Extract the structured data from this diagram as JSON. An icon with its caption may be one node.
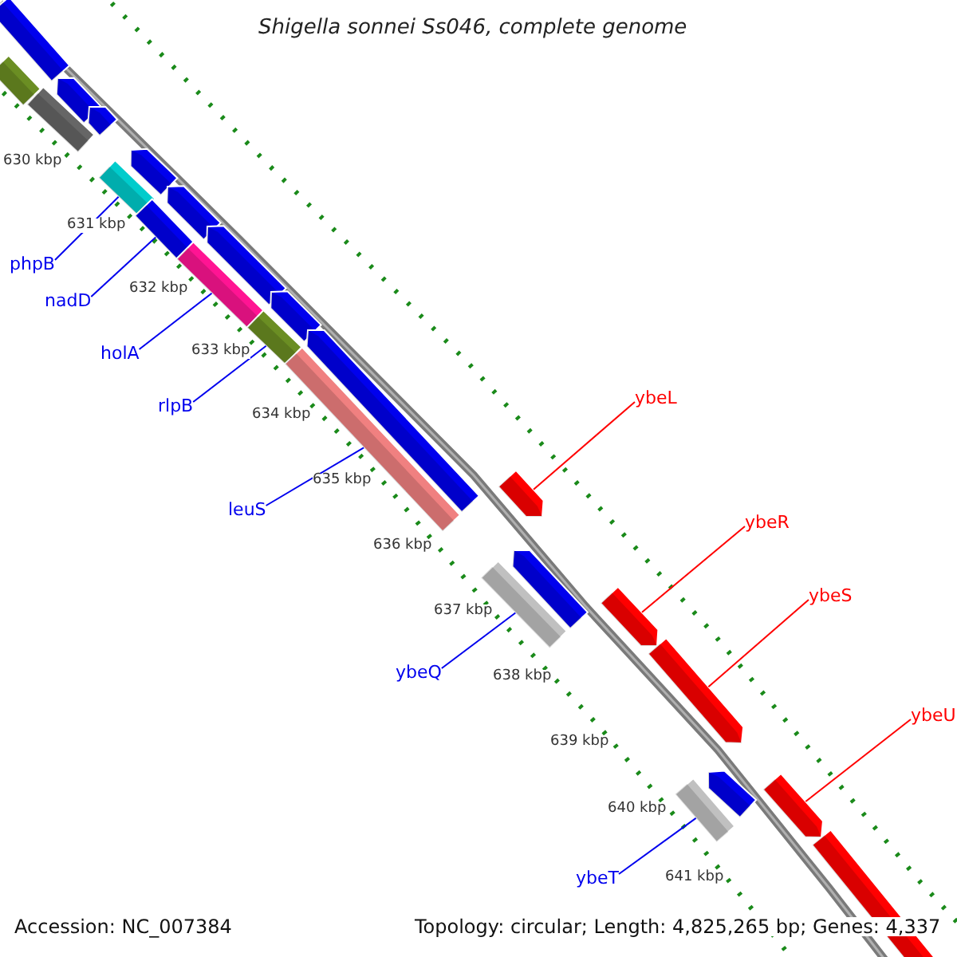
{
  "diagram": {
    "title": "Shigella sonnei Ss046, complete genome",
    "nodes": [
      {
        "text": [],
        "shape": "bar"
      },
      {
        "text": [],
        "shape": "bar"
      },
      {
        "text": [],
        "shape": "arrow"
      },
      {
        "text": [],
        "shape": "bar"
      },
      {
        "text": [],
        "shape": "arrow"
      },
      {
        "text": [],
        "shape": "arrow"
      },
      {
        "text": [],
        "shape": "bar"
      },
      {
        "text": [],
        "shape": "arrow"
      },
      {
        "text": [],
        "shape": "bar"
      },
      {
        "text": [],
        "shape": "arrow"
      },
      {
        "text": [],
        "shape": "bar"
      },
      {
        "text": [],
        "shape": "arrow"
      },
      {
        "text": [],
        "shape": "bar"
      },
      {
        "text": [],
        "shape": "arrow"
      },
      {
        "text": [],
        "shape": "bar"
      },
      {
        "text": [],
        "shape": "arrow"
      },
      {
        "text": [],
        "shape": "arrow"
      },
      {
        "text": [],
        "shape": "bar"
      },
      {
        "text": [],
        "shape": "arrow"
      },
      {
        "text": [],
        "shape": "arrow"
      },
      {
        "text": [],
        "shape": "arrow"
      },
      {
        "text": [],
        "shape": "bar"
      },
      {
        "text": [],
        "shape": "arrow"
      },
      {
        "text": [],
        "shape": "bar"
      },
      {
        "text": [
          "phpB"
        ]
      },
      {
        "text": [
          "nadD"
        ]
      },
      {
        "text": [
          "holA"
        ]
      },
      {
        "text": [
          "rlpB"
        ]
      },
      {
        "text": [
          "leuS"
        ]
      },
      {
        "text": [
          "ybeL"
        ]
      },
      {
        "text": [
          "ybeR"
        ]
      },
      {
        "text": [
          "ybeQ"
        ]
      },
      {
        "text": [
          "ybeS"
        ]
      },
      {
        "text": [
          "ybeU"
        ]
      },
      {
        "text": [
          "ybeT"
        ]
      }
    ],
    "edges": [
      {
        "from": 24,
        "to": 6,
        "arrow": "none"
      },
      {
        "from": 25,
        "to": 8,
        "arrow": "none"
      },
      {
        "from": 26,
        "to": 10,
        "arrow": "none"
      },
      {
        "from": 27,
        "to": 12,
        "arrow": "none"
      },
      {
        "from": 28,
        "to": 14,
        "arrow": "none"
      },
      {
        "from": 29,
        "to": 15,
        "arrow": "none",
        "color": "#ff0000"
      },
      {
        "from": 30,
        "to": 18,
        "arrow": "none",
        "color": "#ff0000"
      },
      {
        "from": 31,
        "to": 17,
        "arrow": "none"
      },
      {
        "from": 32,
        "to": 19,
        "arrow": "none",
        "color": "#ff0000"
      },
      {
        "from": 33,
        "to": 22,
        "arrow": "none",
        "color": "#ff0000"
      },
      {
        "from": 34,
        "to": 21,
        "arrow": "none"
      }
    ],
    "labels": [
      "630 kbp",
      "631 kbp",
      "632 kbp",
      "633 kbp",
      "634 kbp",
      "635 kbp",
      "636 kbp",
      "637 kbp",
      "638 kbp",
      "639 kbp",
      "640 kbp",
      "641 kbp",
      "Accession: NC_007384",
      "Topology: circular; Length: 4,825,265 bp; Genes: 4,337"
    ]
  }
}
